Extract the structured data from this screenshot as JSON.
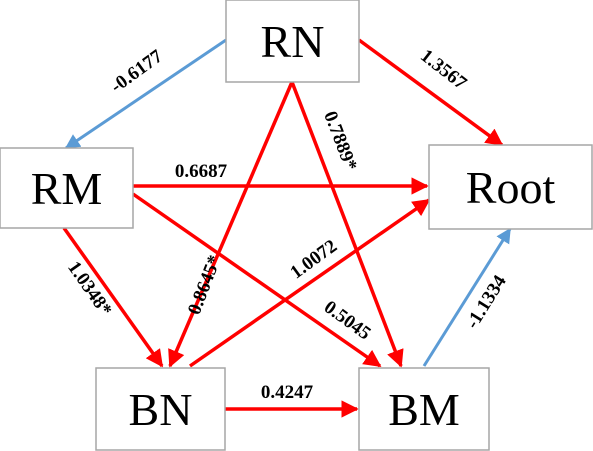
{
  "colors": {
    "positive": "#ff0000",
    "negative": "#5b9bd5",
    "box_border": "#a6a6a6",
    "text": "#000000"
  },
  "nodes": {
    "rn": "RN",
    "rm": "RM",
    "root": "Root",
    "bn": "BN",
    "bm": "BM"
  },
  "edges": [
    {
      "from": "RN",
      "to": "RM",
      "label": "-0.6177",
      "sign": "negative"
    },
    {
      "from": "RN",
      "to": "Root",
      "label": "1.3567",
      "sign": "positive"
    },
    {
      "from": "RN",
      "to": "BN",
      "label": "0.8645*",
      "sign": "positive"
    },
    {
      "from": "RN",
      "to": "BM",
      "label": "0.7889*",
      "sign": "positive"
    },
    {
      "from": "RM",
      "to": "Root",
      "label": "0.6687",
      "sign": "positive"
    },
    {
      "from": "RM",
      "to": "BN",
      "label": "1.0348*",
      "sign": "positive"
    },
    {
      "from": "RM",
      "to": "BM",
      "label": "0.5045",
      "sign": "positive"
    },
    {
      "from": "BN",
      "to": "Root",
      "label": "1.0072",
      "sign": "positive"
    },
    {
      "from": "BN",
      "to": "BM",
      "label": "0.4247",
      "sign": "positive"
    },
    {
      "from": "BM",
      "to": "Root",
      "label": "-1.1334",
      "sign": "negative"
    }
  ]
}
